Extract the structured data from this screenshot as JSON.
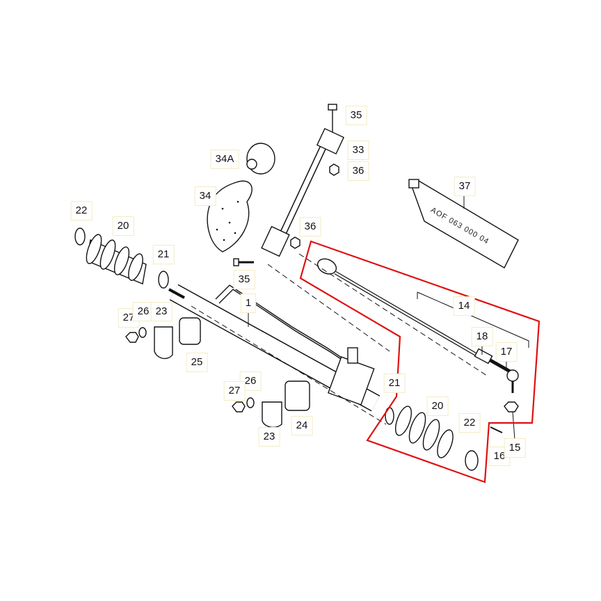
{
  "diagram": {
    "title": "Steering rack exploded parts diagram",
    "highlight_color": "#e01010",
    "tube_marking": "AOF 063 000 04",
    "labels": [
      "35",
      "33",
      "36",
      "34A",
      "34",
      "37",
      "22",
      "20",
      "21",
      "36",
      "35",
      "1",
      "14",
      "27",
      "26",
      "23",
      "18",
      "17",
      "25",
      "26",
      "27",
      "21",
      "20",
      "22",
      "16",
      "15",
      "23",
      "24"
    ]
  }
}
